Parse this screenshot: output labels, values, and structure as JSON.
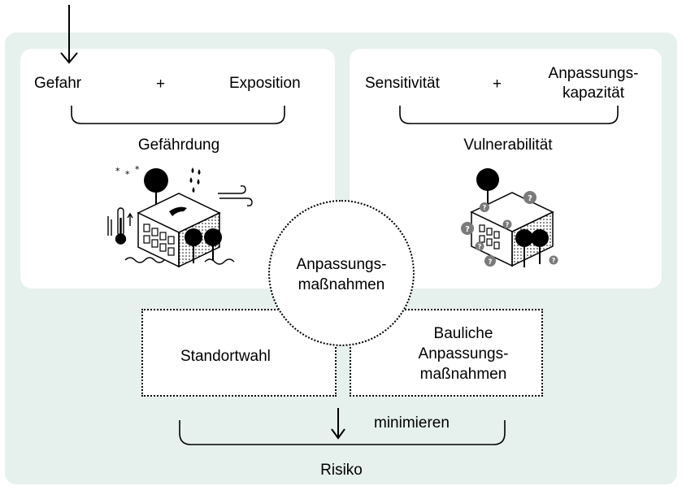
{
  "hazard_panel": {
    "hazard_label": "Gefahr",
    "plus": "+",
    "exposure_label": "Exposition",
    "result_label": "Gefährdung"
  },
  "vulnerability_panel": {
    "sensitivity_label": "Sensitivität",
    "plus": "+",
    "capacity_line1": "Anpassungs-",
    "capacity_line2": "kapazität",
    "result_label": "Vulnerabilität"
  },
  "adaptation": {
    "circle_line1": "Anpassungs-",
    "circle_line2": "maßnahmen",
    "site_choice": "Standortwahl",
    "structural_line1": "Bauliche",
    "structural_line2": "Anpassungs-",
    "structural_line3": "maßnahmen"
  },
  "risk": {
    "minimize_label": "minimieren",
    "risk_label": "Risiko"
  },
  "icons": [
    "down-arrow-icon",
    "snowflake-icon",
    "rain-drops-icon",
    "wind-icon",
    "thermometer-icon",
    "building-icon",
    "tree-icon",
    "question-mark-icon",
    "waves-icon"
  ]
}
